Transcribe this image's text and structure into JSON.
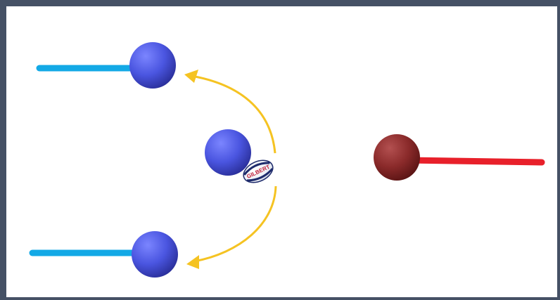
{
  "diagram": {
    "kind": "rugby-pass-diagram",
    "colors": {
      "frame": "#455165",
      "background": "#ffffff",
      "attack_player": "#4a55e0",
      "attack_run_line": "#13a9e6",
      "defender": "#8a2a2a",
      "defender_run_line": "#e8202a",
      "pass_arrow": "#f5c322"
    },
    "players": [
      {
        "id": "attacker-top",
        "team": "attack",
        "has_run_line": true
      },
      {
        "id": "attacker-middle",
        "team": "attack",
        "has_run_line": false
      },
      {
        "id": "attacker-bottom",
        "team": "attack",
        "has_run_line": true
      },
      {
        "id": "defender",
        "team": "defence",
        "has_run_line": true
      }
    ],
    "ball": {
      "icon": "rugby-ball-icon",
      "brand_text": "GILBERT"
    },
    "pass_options": [
      {
        "from": "attacker-middle",
        "to": "attacker-top"
      },
      {
        "from": "attacker-middle",
        "to": "attacker-bottom"
      }
    ]
  }
}
